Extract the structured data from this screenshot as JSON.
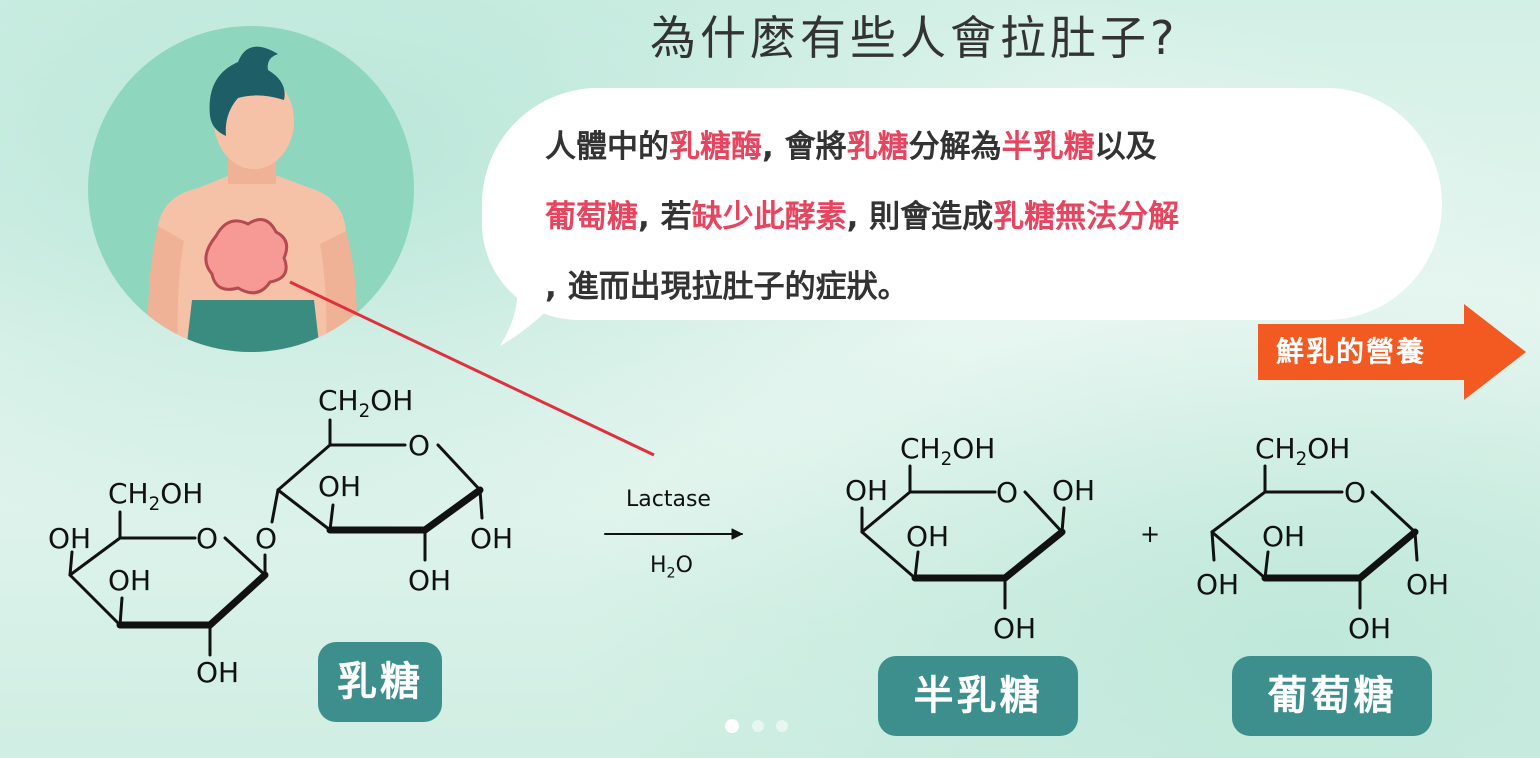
{
  "title": "為什麼有些人會拉肚子?",
  "bubble": {
    "line1": [
      {
        "t": "人體中的",
        "hl": false
      },
      {
        "t": "乳糖酶",
        "hl": true
      },
      {
        "t": ", 會將",
        "hl": false
      },
      {
        "t": "乳糖",
        "hl": true
      },
      {
        "t": "分解為",
        "hl": false
      },
      {
        "t": "半乳糖",
        "hl": true
      },
      {
        "t": "以及",
        "hl": false
      }
    ],
    "line2": [
      {
        "t": "葡萄糖",
        "hl": true
      },
      {
        "t": ", 若",
        "hl": false
      },
      {
        "t": "缺少此酵素",
        "hl": true
      },
      {
        "t": ", 則會造成",
        "hl": false
      },
      {
        "t": "乳糖無法分解",
        "hl": true
      }
    ],
    "line3": [
      {
        "t": ", 進而出現拉肚子的症狀。",
        "hl": false
      }
    ]
  },
  "nav": {
    "next_label": "鮮乳的營養"
  },
  "reaction": {
    "enzyme": "Lactase",
    "water": "H2O",
    "plus": "+"
  },
  "chem": {
    "ch2oh": "CH2OH",
    "oh": "OH",
    "o": "O"
  },
  "labels": {
    "lactose": "乳糖",
    "galactose": "半乳糖",
    "glucose": "葡萄糖"
  },
  "colors": {
    "highlight": "#e64560",
    "label_bg": "#3c8f8c",
    "arrow": "#f25a22",
    "circle": "#8fd6bf"
  }
}
